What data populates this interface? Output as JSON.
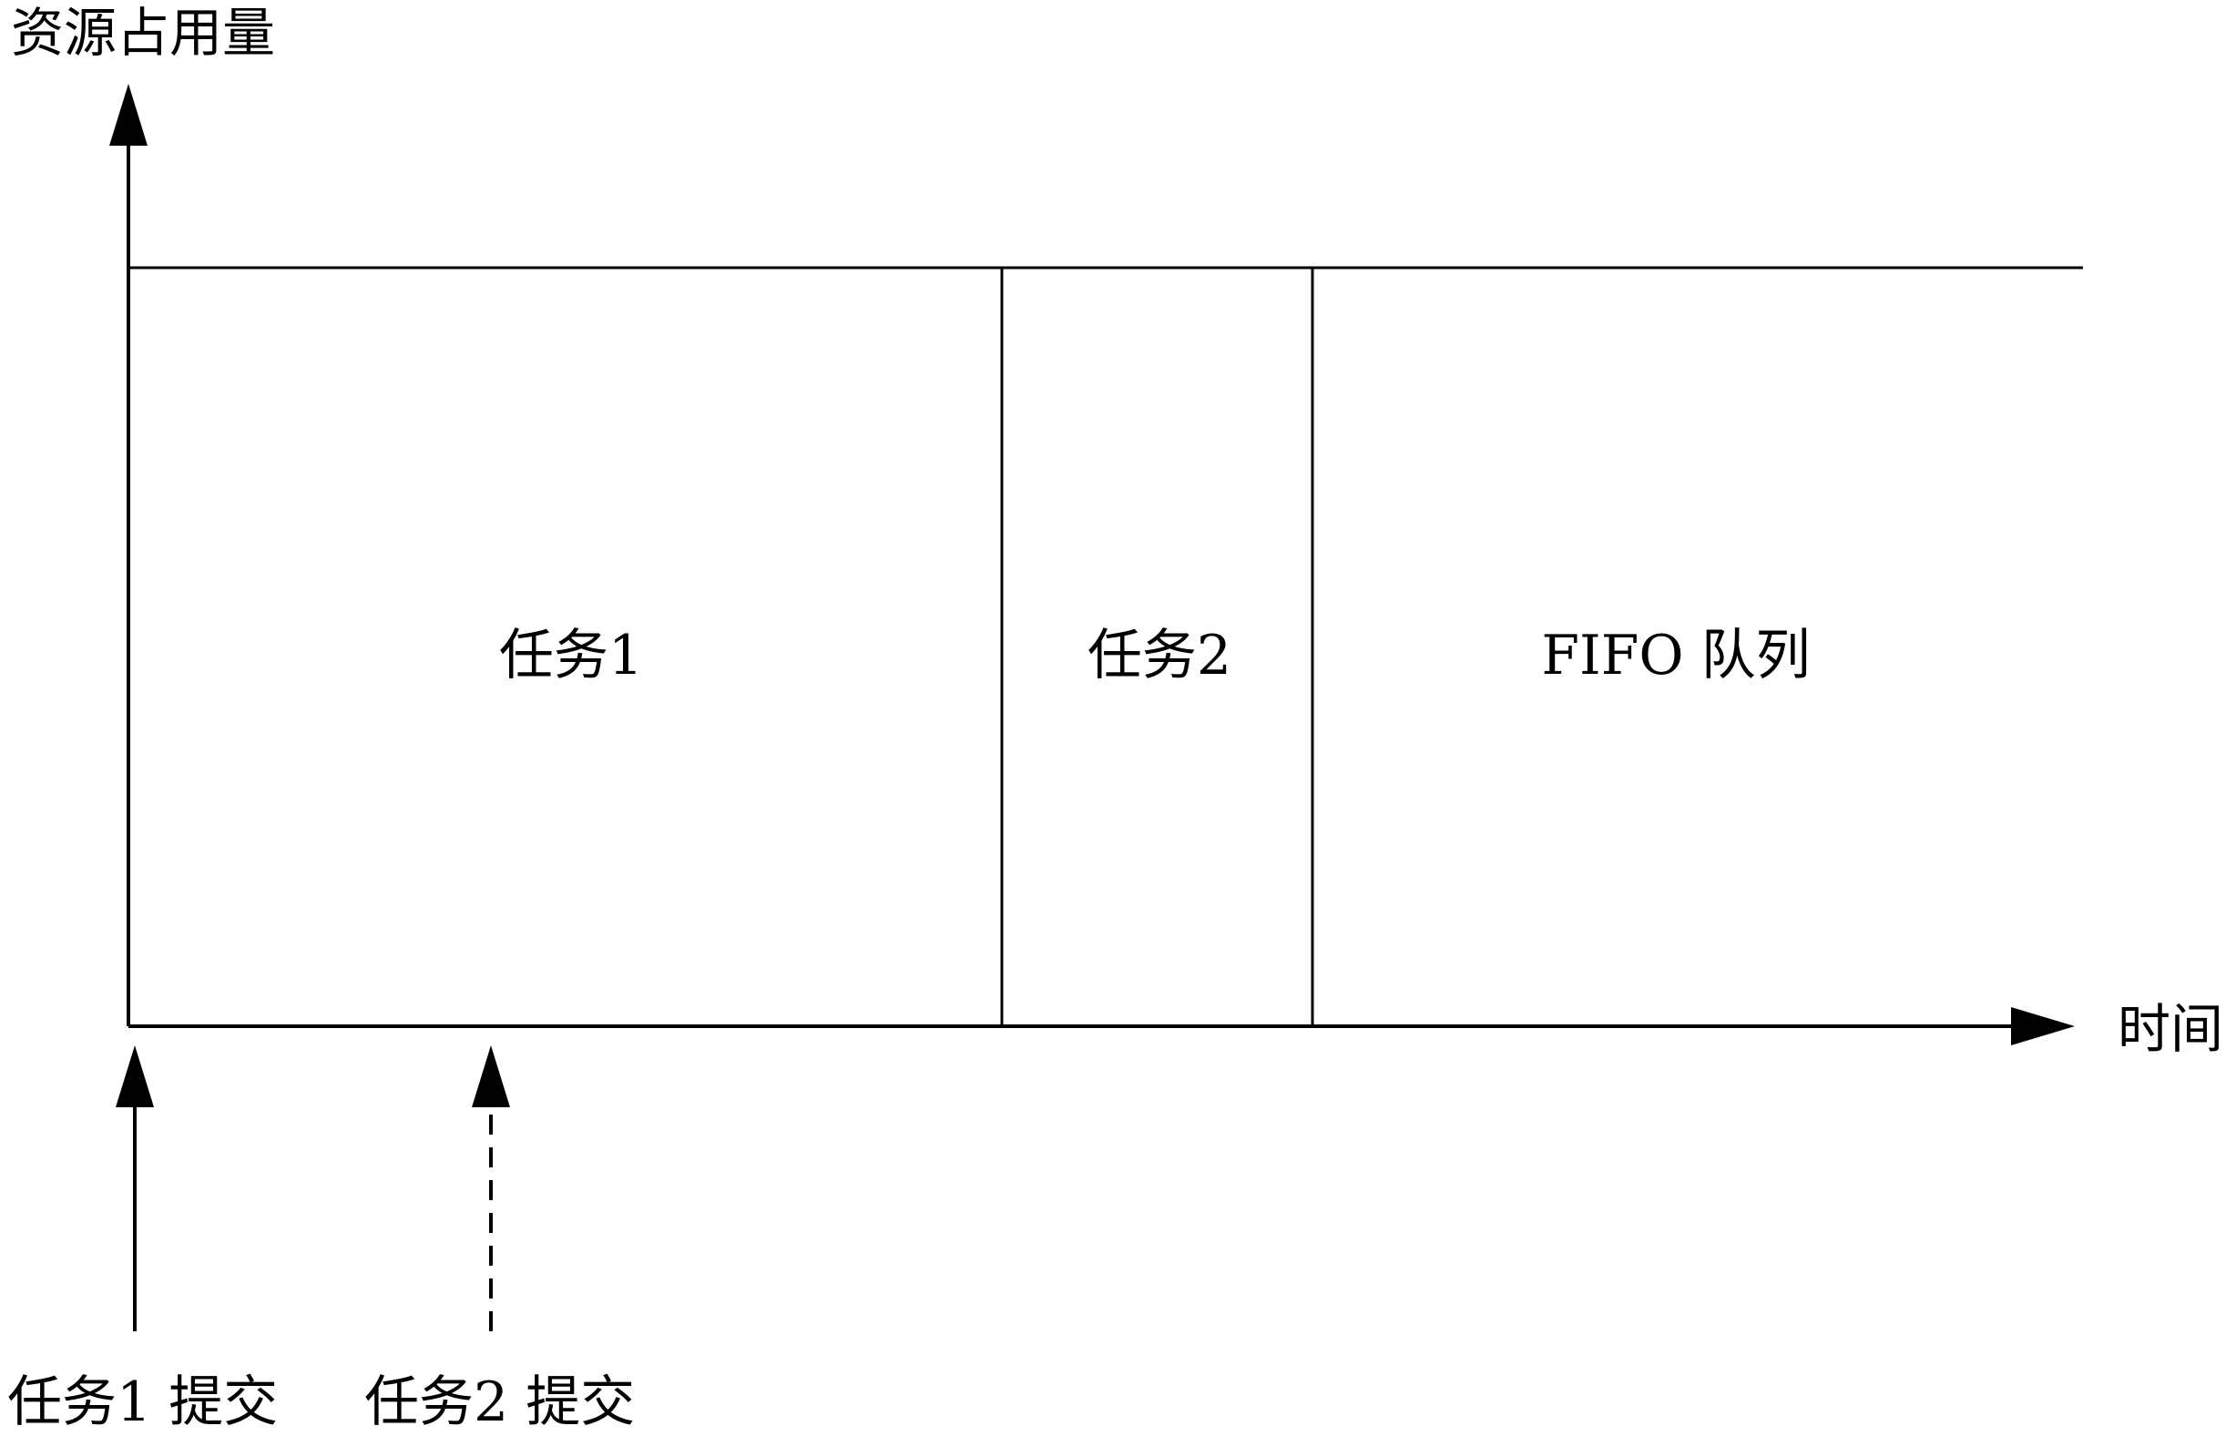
{
  "axes": {
    "y_label": "资源占用量",
    "x_label": "时间"
  },
  "blocks": [
    {
      "id": "task1",
      "label": "任务1"
    },
    {
      "id": "task2",
      "label": "任务2"
    },
    {
      "id": "fifo",
      "label": "FIFO 队列"
    }
  ],
  "events": [
    {
      "id": "task1-submit",
      "label": "任务1 提交",
      "style": "solid"
    },
    {
      "id": "task2-submit",
      "label": "任务2 提交",
      "style": "dashed"
    }
  ],
  "colors": {
    "line": "#000000",
    "background": "#ffffff"
  }
}
